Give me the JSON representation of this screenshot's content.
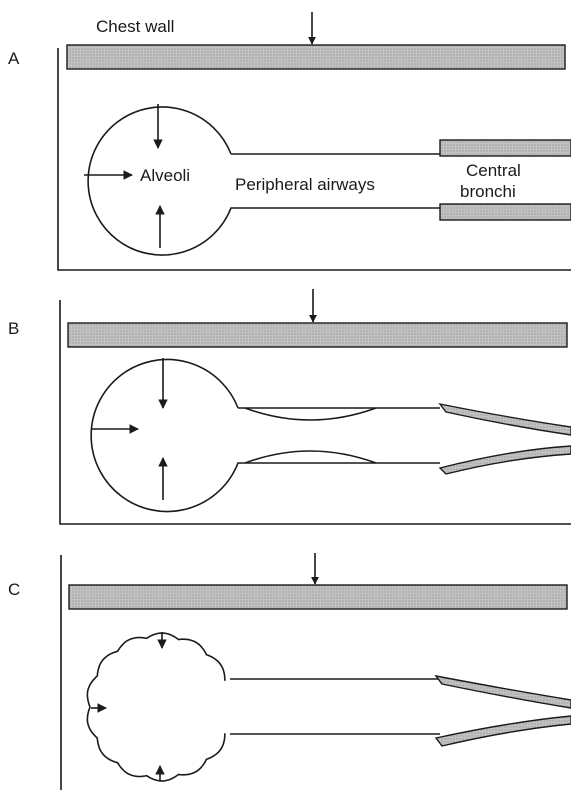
{
  "labels": {
    "chest_wall": "Chest wall",
    "alveoli": "Alveoli",
    "peripheral_airways": "Peripheral airways",
    "central_line1": "Central",
    "central_line2": "bronchi"
  },
  "panels": [
    {
      "letter": "A"
    },
    {
      "letter": "B"
    },
    {
      "letter": "C"
    }
  ],
  "colors": {
    "ink": "#1a1a1a",
    "chest_wall_fill": "#bdbdbd",
    "bronchi_fill": "#c4c4c4"
  }
}
